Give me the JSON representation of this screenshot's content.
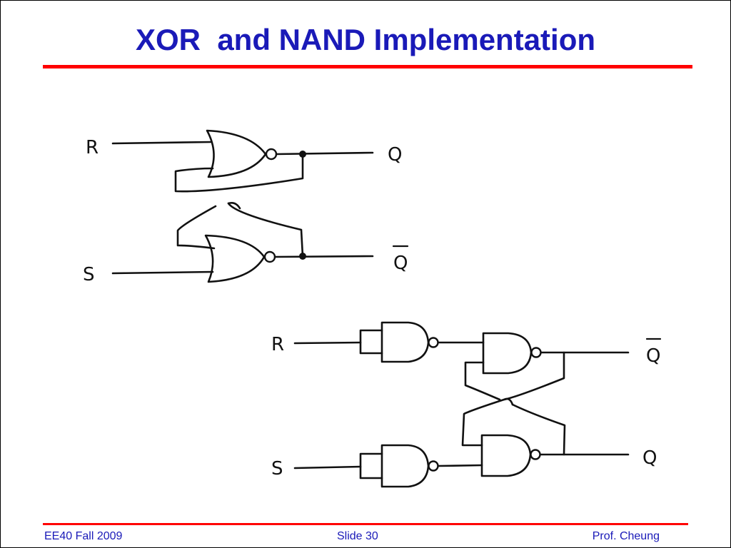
{
  "slide": {
    "title": "XOR  and NAND Implementation",
    "footer": {
      "course": "EE40 Fall 2009",
      "slide_number": "Slide 30",
      "author": "Prof. Cheung"
    },
    "colors": {
      "title": "#1a1ab8",
      "rule": "#ff0000",
      "ink": "#111111"
    }
  },
  "nor_latch": {
    "labels": {
      "input_r": "R",
      "input_s": "S",
      "output_top": "Q",
      "output_bottom": "Q",
      "output_bottom_negated": true
    },
    "gates": [
      "NOR",
      "NOR"
    ]
  },
  "nand_latch": {
    "labels": {
      "input_r": "R",
      "input_s": "S",
      "output_top": "Q",
      "output_top_negated": true,
      "output_bottom": "Q"
    },
    "gates": [
      "NAND",
      "NAND",
      "NAND",
      "NAND"
    ]
  }
}
